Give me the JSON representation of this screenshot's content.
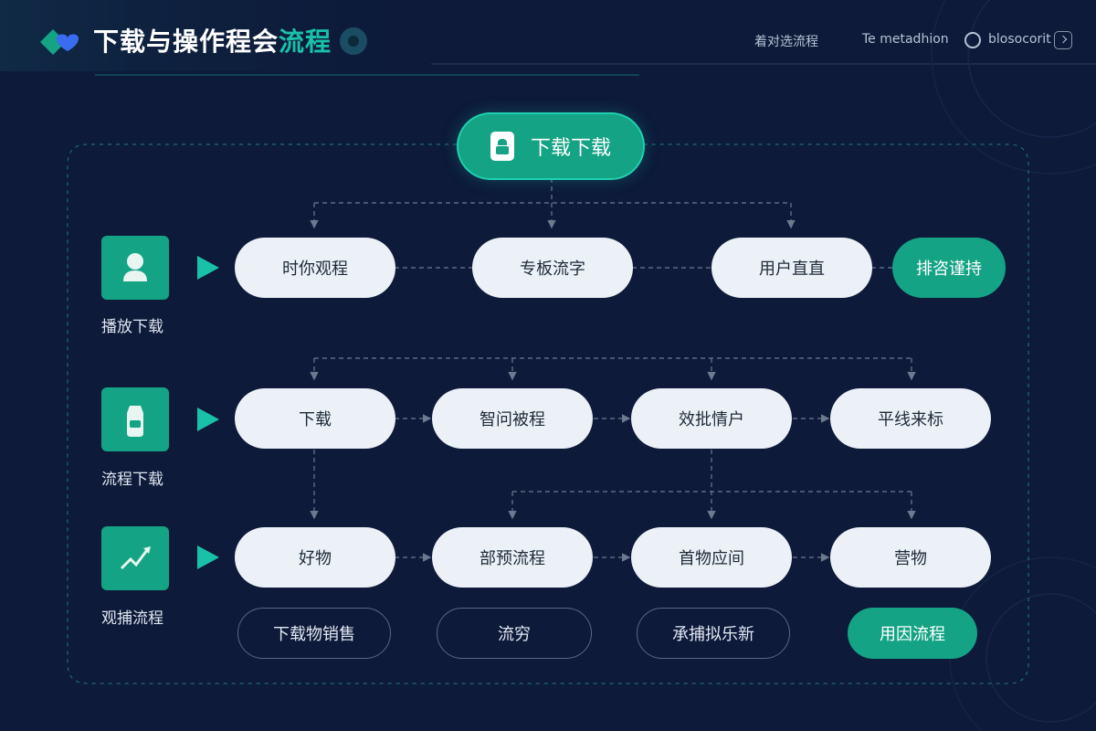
{
  "header": {
    "title_main": "下载与操作程会",
    "title_accent": "流程",
    "nav": [
      "着对选流程",
      "Te metadhion",
      "blosocorit"
    ]
  },
  "top_node": {
    "label": "下载下载"
  },
  "rows": [
    {
      "side_label": "播放下载",
      "side_icon": "user-icon",
      "nodes": [
        "时你观程",
        "专板流字",
        "用户直直"
      ],
      "extra": "排咨谨持"
    },
    {
      "side_label": "流程下载",
      "side_icon": "bottle-icon",
      "nodes": [
        "下载",
        "智问被程",
        "效批情户",
        "平线来标"
      ]
    },
    {
      "side_label": "观捕流程",
      "side_icon": "growth-chart-icon",
      "nodes": [
        "好物",
        "部预流程",
        "首物应间",
        "营物"
      ]
    }
  ],
  "bottom_row": [
    "下载物销售",
    "流穷",
    "承捕拟乐新",
    "用因流程"
  ],
  "colors": {
    "background": "#0d1a3a",
    "accent": "#14a384",
    "pill": "#ecf1f7",
    "connector": "#6c7a90"
  }
}
